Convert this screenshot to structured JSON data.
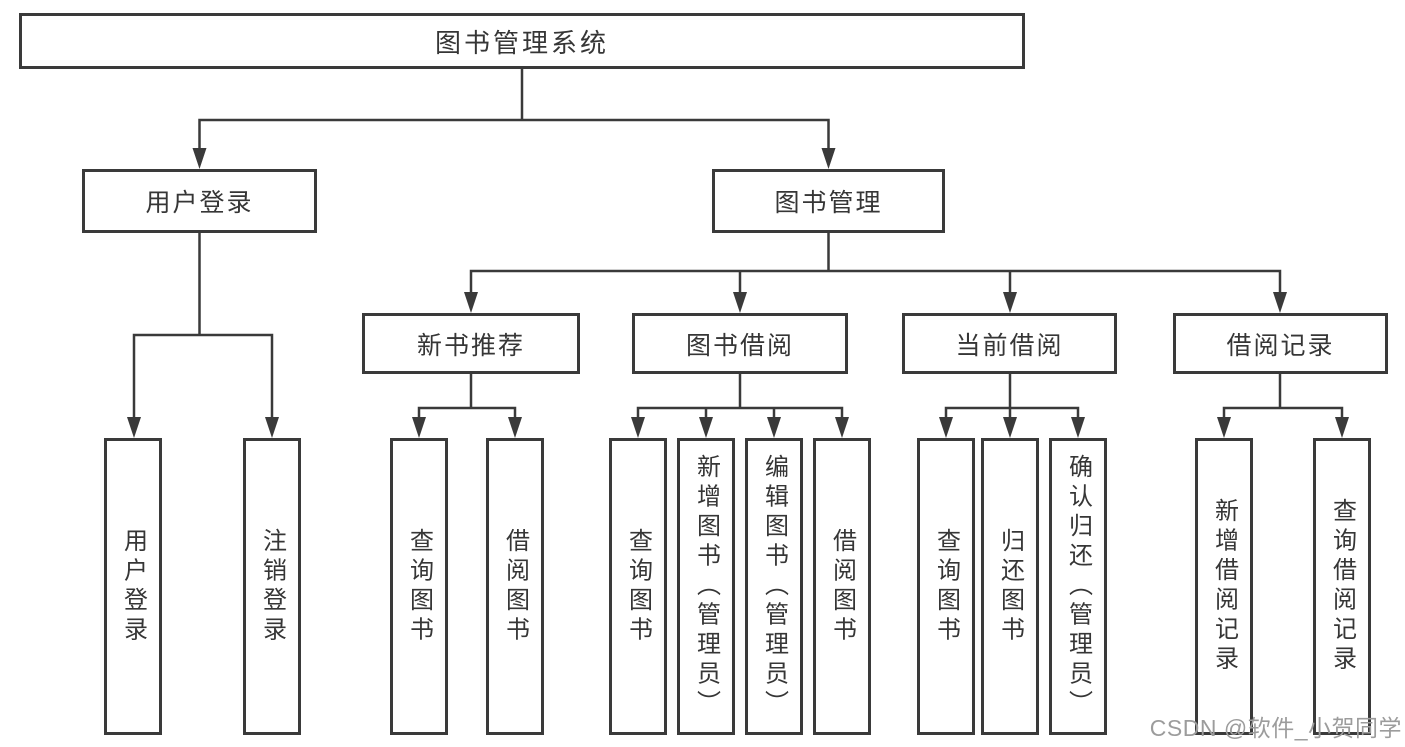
{
  "colors": {
    "line": "#3a3a3a",
    "text": "#363636",
    "watermark": "#9c9c9c",
    "background": "#ffffff"
  },
  "tree": {
    "root": "图书管理系统",
    "branches": [
      {
        "label": "用户登录",
        "children": [
          "用户登录",
          "注销登录"
        ]
      },
      {
        "label": "图书管理",
        "sections": [
          {
            "label": "新书推荐",
            "children": [
              "查询图书",
              "借阅图书"
            ]
          },
          {
            "label": "图书借阅",
            "children": [
              "查询图书",
              "新增图书（管理员）",
              "编辑图书（管理员）",
              "借阅图书"
            ]
          },
          {
            "label": "当前借阅",
            "children": [
              "查询图书",
              "归还图书",
              "确认归还（管理员）"
            ]
          },
          {
            "label": "借阅记录",
            "children": [
              "新增借阅记录",
              "查询借阅记录"
            ]
          }
        ]
      }
    ]
  },
  "watermark": "CSDN @软件_小贺同学"
}
